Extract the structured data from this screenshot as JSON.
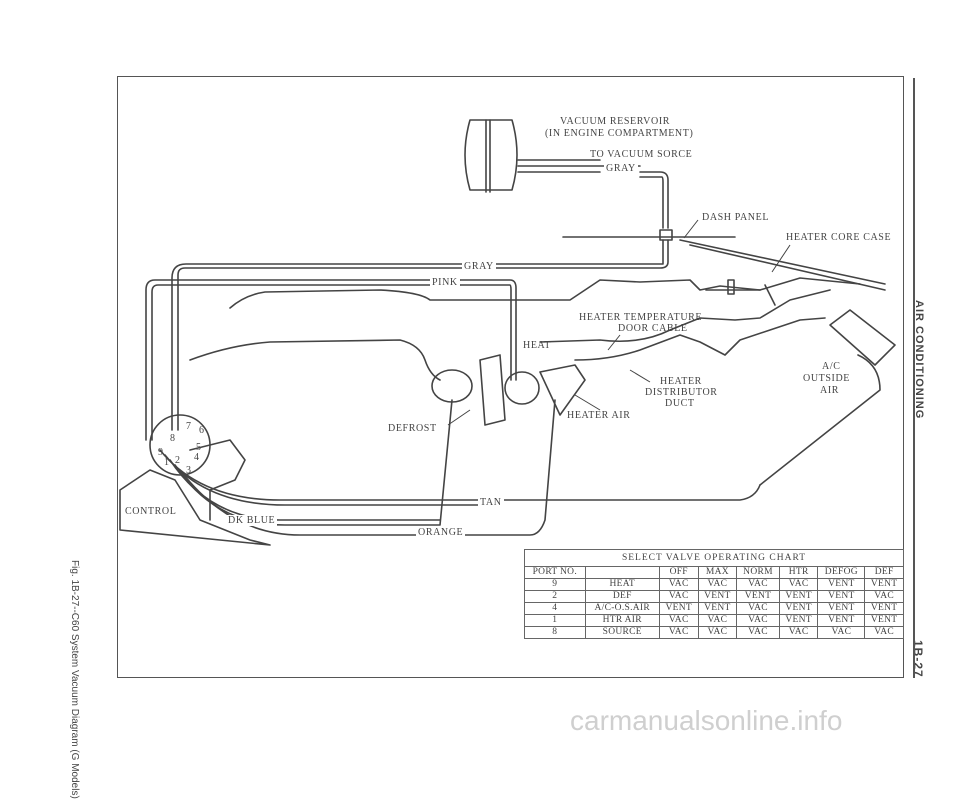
{
  "side_labels": {
    "left_caption": "Fig. 1B-27--C60 System Vacuum Diagram (G Models)",
    "right_section": "AIR CONDITIONING",
    "right_page": "1B-27"
  },
  "labels": {
    "vacuum_reservoir_line1": "VACUUM RESERVOIR",
    "vacuum_reservoir_line2": "(IN ENGINE COMPARTMENT)",
    "to_vacuum_source": "TO VACUUM SORCE",
    "gray_top": "GRAY",
    "dash_panel": "DASH PANEL",
    "heater_core_case": "HEATER CORE CASE",
    "gray_mid": "GRAY",
    "pink": "PINK",
    "heater_temp_line1": "HEATER TEMPERATURE",
    "heater_temp_line2": "DOOR CABLE",
    "heat": "HEAT",
    "ac_outside_air_line1": "A/C",
    "ac_outside_air_line2": "OUTSIDE",
    "ac_outside_air_line3": "AIR",
    "heater_dist_line1": "HEATER",
    "heater_dist_line2": "DISTRIBUTOR",
    "heater_dist_line3": "DUCT",
    "defrost": "DEFROST",
    "heater_air": "HEATER AIR",
    "control": "CONTROL",
    "tan": "TAN",
    "dk_blue": "DK BLUE",
    "orange": "ORANGE"
  },
  "control_ports": [
    "7",
    "6",
    "8",
    "5",
    "9",
    "4",
    "1",
    "2",
    "3"
  ],
  "chart": {
    "title": "SELECT VALVE OPERATING CHART",
    "headers": [
      "PORT NO.",
      "",
      "OFF",
      "MAX",
      "NORM",
      "HTR",
      "DEFOG",
      "DEF"
    ],
    "rows": [
      [
        "9",
        "HEAT",
        "VAC",
        "VAC",
        "VAC",
        "VAC",
        "VENT",
        "VENT"
      ],
      [
        "2",
        "DEF",
        "VAC",
        "VENT",
        "VENT",
        "VENT",
        "VENT",
        "VAC"
      ],
      [
        "4",
        "A/C-O.S.AIR",
        "VENT",
        "VENT",
        "VAC",
        "VENT",
        "VENT",
        "VENT"
      ],
      [
        "1",
        "HTR AIR",
        "VAC",
        "VAC",
        "VAC",
        "VENT",
        "VENT",
        "VENT"
      ],
      [
        "8",
        "SOURCE",
        "VAC",
        "VAC",
        "VAC",
        "VAC",
        "VAC",
        "VAC"
      ]
    ]
  },
  "watermark": "carmanualsonline.info"
}
